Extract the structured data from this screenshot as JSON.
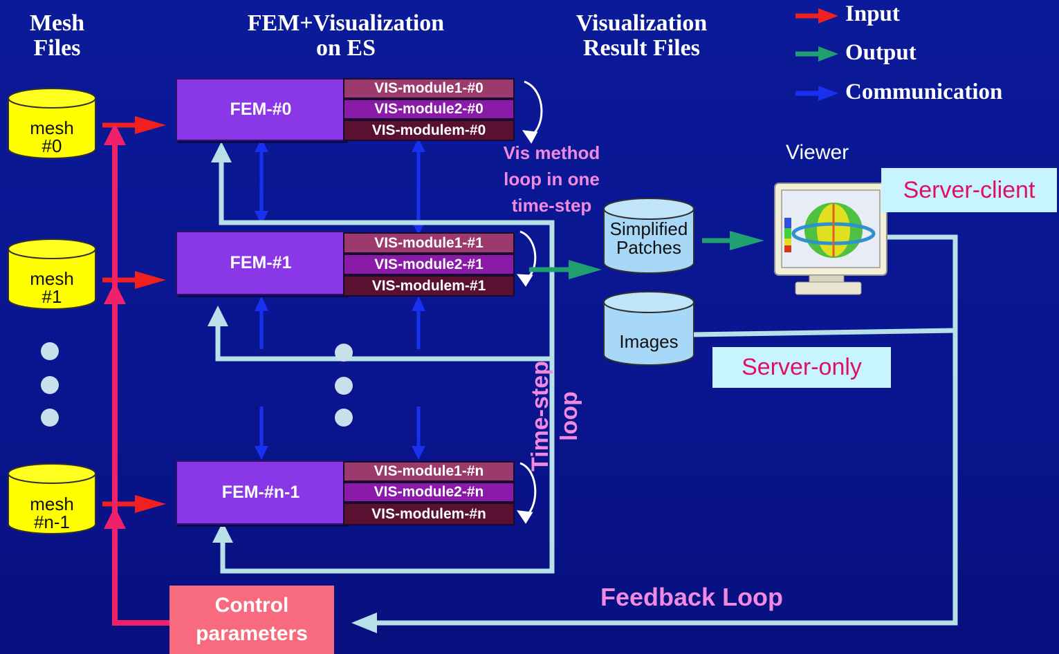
{
  "headers": {
    "mesh": [
      "Mesh",
      "Files"
    ],
    "fem": [
      "FEM+Visualization",
      "on ES"
    ],
    "vis_files": [
      "Visualization",
      "Result Files"
    ]
  },
  "legend": [
    {
      "label": "Input",
      "color": "#f02020"
    },
    {
      "label": "Output",
      "color": "#20a070"
    },
    {
      "label": "Communication",
      "color": "#1830f0"
    }
  ],
  "meshes": [
    {
      "line1": "mesh",
      "line2": "#0"
    },
    {
      "line1": "mesh",
      "line2": "#1"
    },
    {
      "line1": "mesh",
      "line2": "#n-1"
    }
  ],
  "fem_blocks": [
    {
      "label": "FEM-#0",
      "modules": [
        "VIS-module1-#0",
        "VIS-module2-#0",
        "VIS-modulem-#0"
      ]
    },
    {
      "label": "FEM-#1",
      "modules": [
        "VIS-module1-#1",
        "VIS-module2-#1",
        "VIS-modulem-#1"
      ]
    },
    {
      "label": "FEM-#n-1",
      "modules": [
        "VIS-module1-#n",
        "VIS-module2-#n",
        "VIS-modulem-#n"
      ]
    }
  ],
  "vis_method_loop": [
    "Vis method",
    "loop in one",
    "time-step"
  ],
  "timestep_loop": [
    "Time-step",
    "loop"
  ],
  "outputs": {
    "patches": [
      "Simplified",
      "Patches"
    ],
    "images": "Images"
  },
  "viewer": "Viewer",
  "server_client": "Server-client",
  "server_only": "Server-only",
  "feedback_loop": "Feedback Loop",
  "control": [
    "Control",
    "parameters"
  ],
  "colors": {
    "background": "#0a1590",
    "fem": "#8a37e8",
    "loop_line": "#b8e0e8",
    "input_arrow": "#f02020",
    "control_line": "#f0206a",
    "comm_arrow": "#1830f0",
    "mesh_cylinder": "#ffff00",
    "data_cylinder": "#a8d8f8"
  }
}
